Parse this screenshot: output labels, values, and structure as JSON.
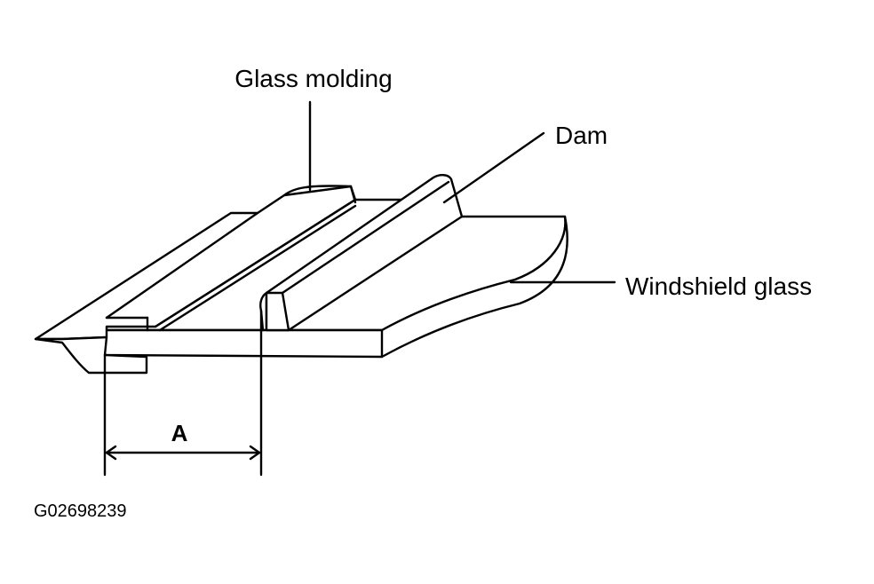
{
  "labels": {
    "glass_molding": "Glass molding",
    "dam": "Dam",
    "windshield_glass": "Windshield glass",
    "dimension_a": "A"
  },
  "figure_code": "G02698239"
}
